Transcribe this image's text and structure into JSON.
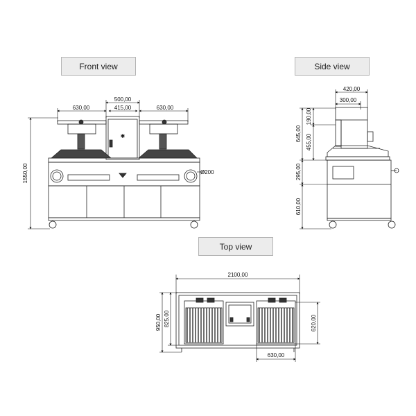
{
  "views": {
    "front": "Front view",
    "side": "Side view",
    "top": "Top view"
  },
  "front_dims": {
    "w_500": "500,00",
    "w_415": "415,00",
    "w_630_left": "630,00",
    "w_630_right": "630,00",
    "h_1550": "1550,00",
    "dia_200": "Ø200"
  },
  "side_dims": {
    "w_420": "420,00",
    "w_300": "300,00",
    "h_190": "190,00",
    "h_645": "645,00",
    "h_455": "455,00",
    "h_295": "295,00",
    "h_610": "610,00"
  },
  "top_dims": {
    "w_2100": "2100,00",
    "h_950": "950,00",
    "h_825": "825,00",
    "h_620": "620,00",
    "w_630": "630,00"
  }
}
